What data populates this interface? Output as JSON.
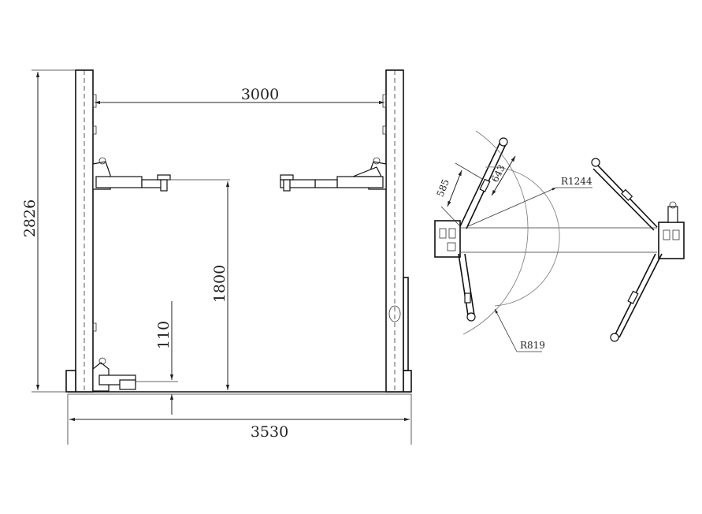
{
  "dimensions": {
    "column_span": "3000",
    "overall_height": "2826",
    "lift_height": "1800",
    "min_height": "110",
    "overall_width": "3530",
    "arm_short": "585",
    "arm_long": "643",
    "radius_large": "R1244",
    "radius_small": "R819"
  }
}
